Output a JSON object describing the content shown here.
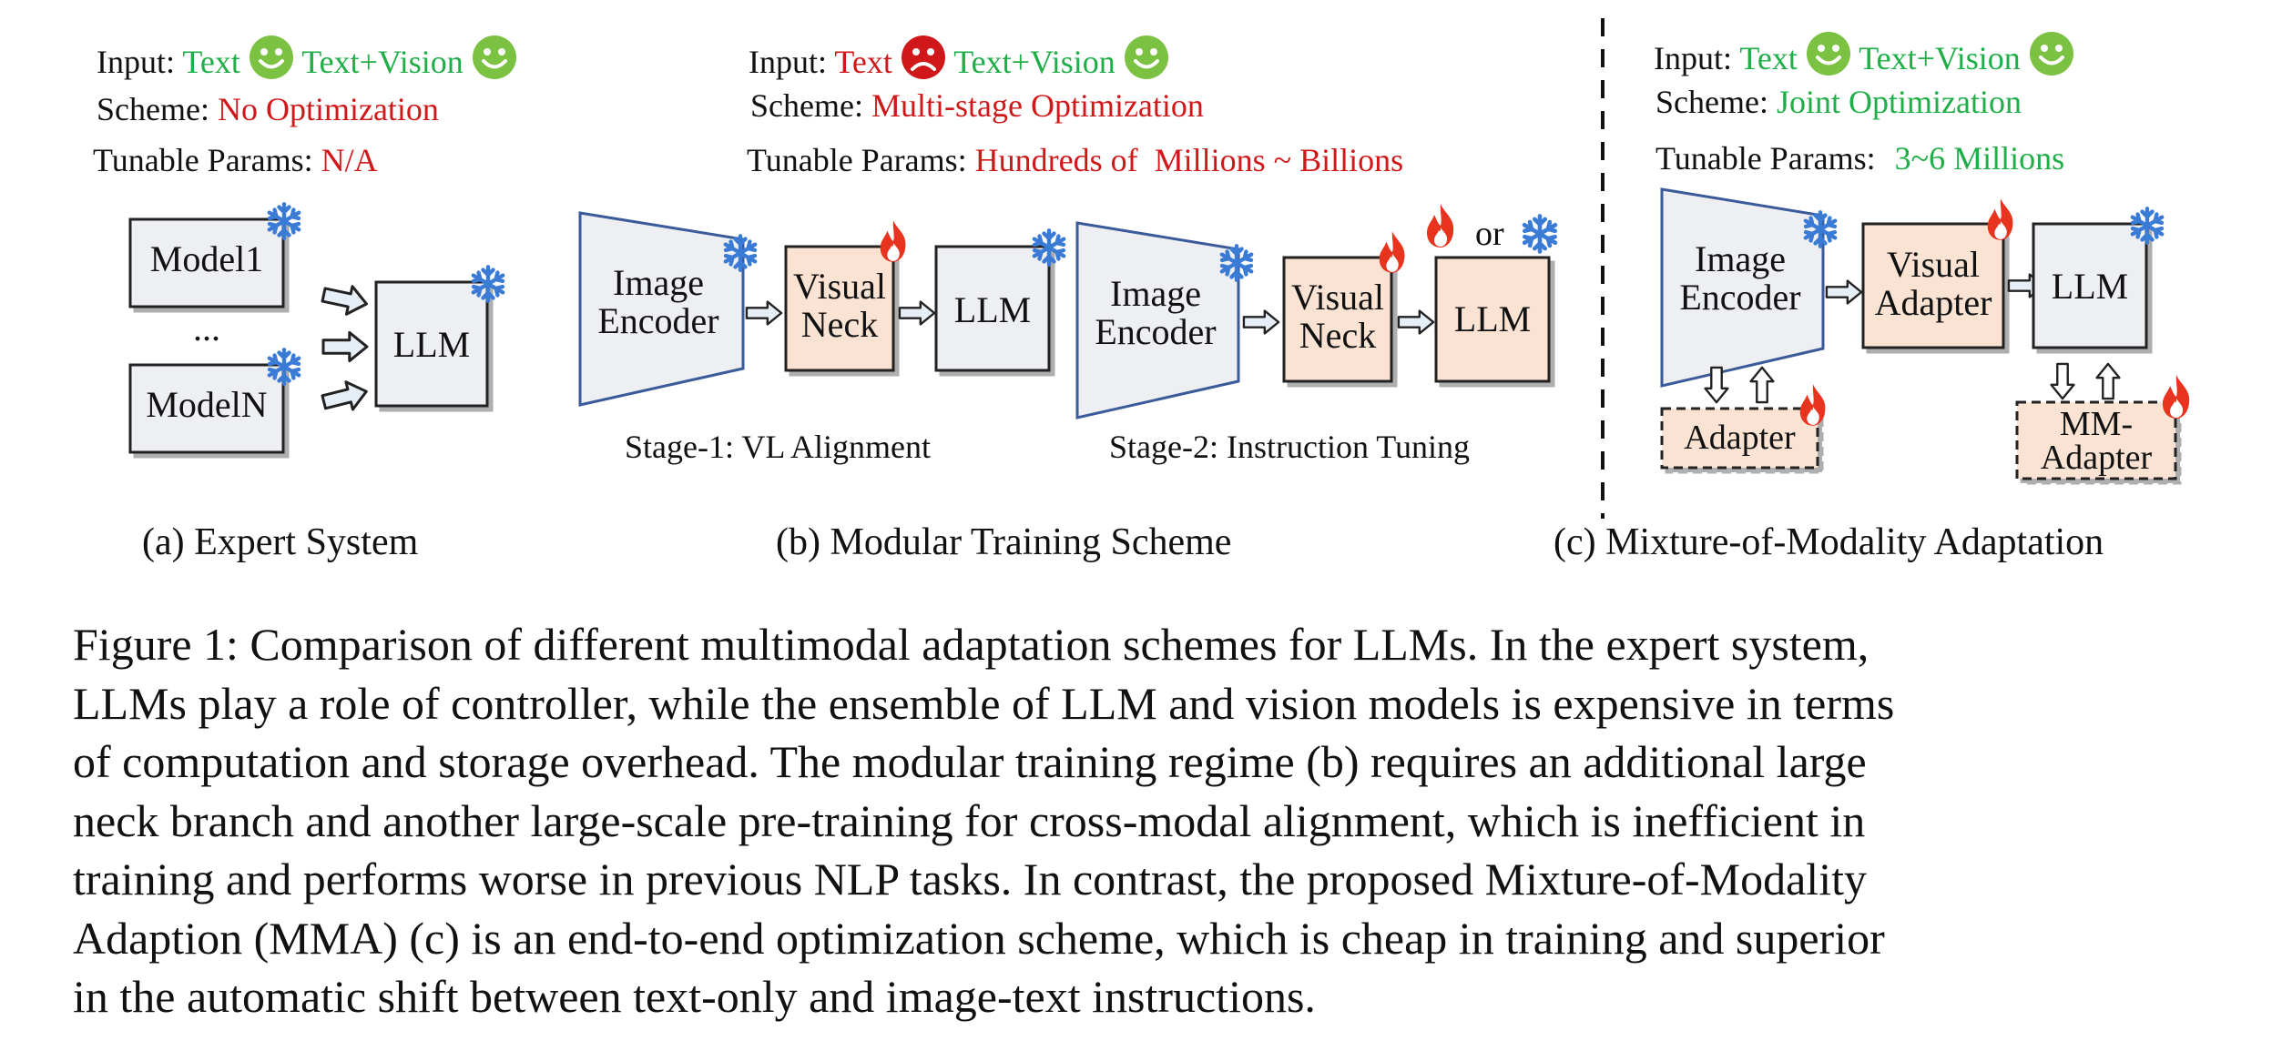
{
  "panels": {
    "a": {
      "input_label": "Input:",
      "input_text": "Text",
      "input_text_vision": "Text+Vision",
      "input_text_face": "smile-icon",
      "input_vision_face": "smile-icon",
      "scheme_label": "Scheme:",
      "scheme_value": "No Optimization",
      "params_label": "Tunable Params:",
      "params_value": "N/A",
      "boxes": {
        "model1": "Model1",
        "dots": "...",
        "modelN": "ModelN",
        "llm": "LLM"
      },
      "caption": "(a) Expert System"
    },
    "b": {
      "input_label": "Input:",
      "input_text": "Text",
      "input_text_vision": "Text+Vision",
      "input_text_face": "sad-icon",
      "input_vision_face": "smile-icon",
      "scheme_label": "Scheme:",
      "scheme_value": "Multi-stage Optimization",
      "params_label": "Tunable Params:",
      "params_value": "Hundreds of  Millions ~ Billions",
      "stage1": {
        "encoder": "Image\nEncoder",
        "neck": "Visual\nNeck",
        "llm": "LLM",
        "label": "Stage-1: VL Alignment"
      },
      "stage2": {
        "encoder": "Image\nEncoder",
        "neck": "Visual\nNeck",
        "llm": "LLM",
        "or": "or",
        "label": "Stage-2: Instruction Tuning"
      },
      "caption": "(b) Modular Training Scheme"
    },
    "c": {
      "input_label": "Input:",
      "input_text": "Text",
      "input_text_vision": "Text+Vision",
      "input_text_face": "smile-icon",
      "input_vision_face": "smile-icon",
      "scheme_label": "Scheme:",
      "scheme_value": "Joint Optimization",
      "params_label": "Tunable Params:",
      "params_value": "3~6 Millions",
      "boxes": {
        "encoder": "Image\nEncoder",
        "adapter_visual": "Visual\nAdapter",
        "llm": "LLM",
        "adapter": "Adapter",
        "mm_adapter": "MM-\nAdapter"
      },
      "caption": "(c) Mixture-of-Modality Adaptation"
    }
  },
  "figure_caption": {
    "lines": [
      "Figure 1: Comparison of different multimodal adaptation schemes for LLMs. In the expert system,",
      "LLMs play a role of controller, while the ensemble of LLM and vision models is expensive in terms",
      "of computation and storage overhead. The modular training regime (b) requires an additional large",
      "neck branch and another large-scale pre-training for cross-modal alignment, which is inefficient in",
      "training and performs worse in previous NLP tasks. In contrast, the proposed Mixture-of-Modality",
      "Adaption (MMA) (c) is an end-to-end optimization scheme, which is cheap in training and superior",
      "in the automatic shift between text-only and image-text instructions."
    ]
  },
  "colors": {
    "green": "#1fae47",
    "red": "#d0181a",
    "frozen_box": "#eeeff2",
    "tuned_box": "#fbe3d3",
    "encoder_stroke": "#3a5a9a",
    "snowflake": "#3a7bd5",
    "fire": "#e8331f"
  }
}
